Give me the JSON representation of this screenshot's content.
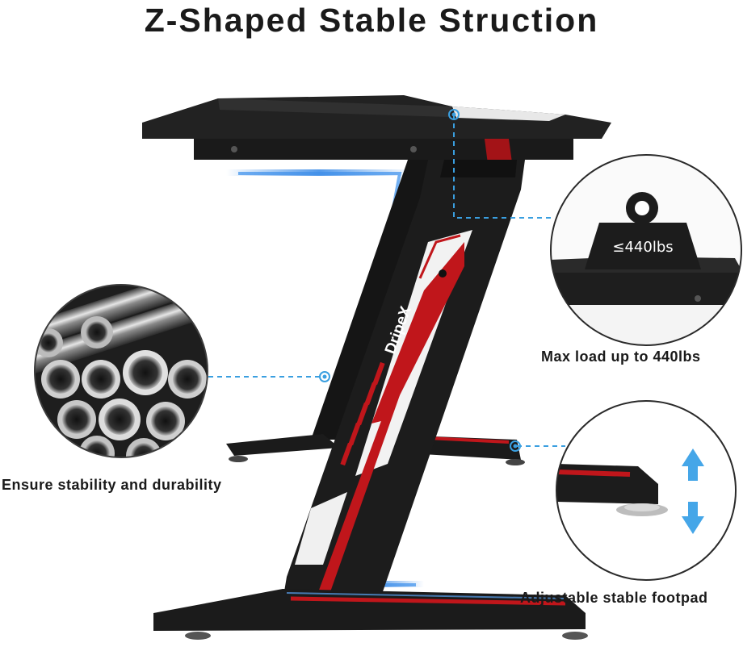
{
  "title": "Z-Shaped Stable Struction",
  "callouts": {
    "load": {
      "caption": "Max load up to 440lbs",
      "weight_label": "≤440lbs"
    },
    "stability": {
      "caption": "Ensure stability and durability"
    },
    "footpad": {
      "caption": "Adjustable stable footpad"
    }
  },
  "brand": {
    "name": "DripeX"
  },
  "colors": {
    "frame": "#1c1c1c",
    "accent_red": "#c0161b",
    "glow_blue": "#3f8ee8",
    "callout_line": "#3a9fe0"
  }
}
